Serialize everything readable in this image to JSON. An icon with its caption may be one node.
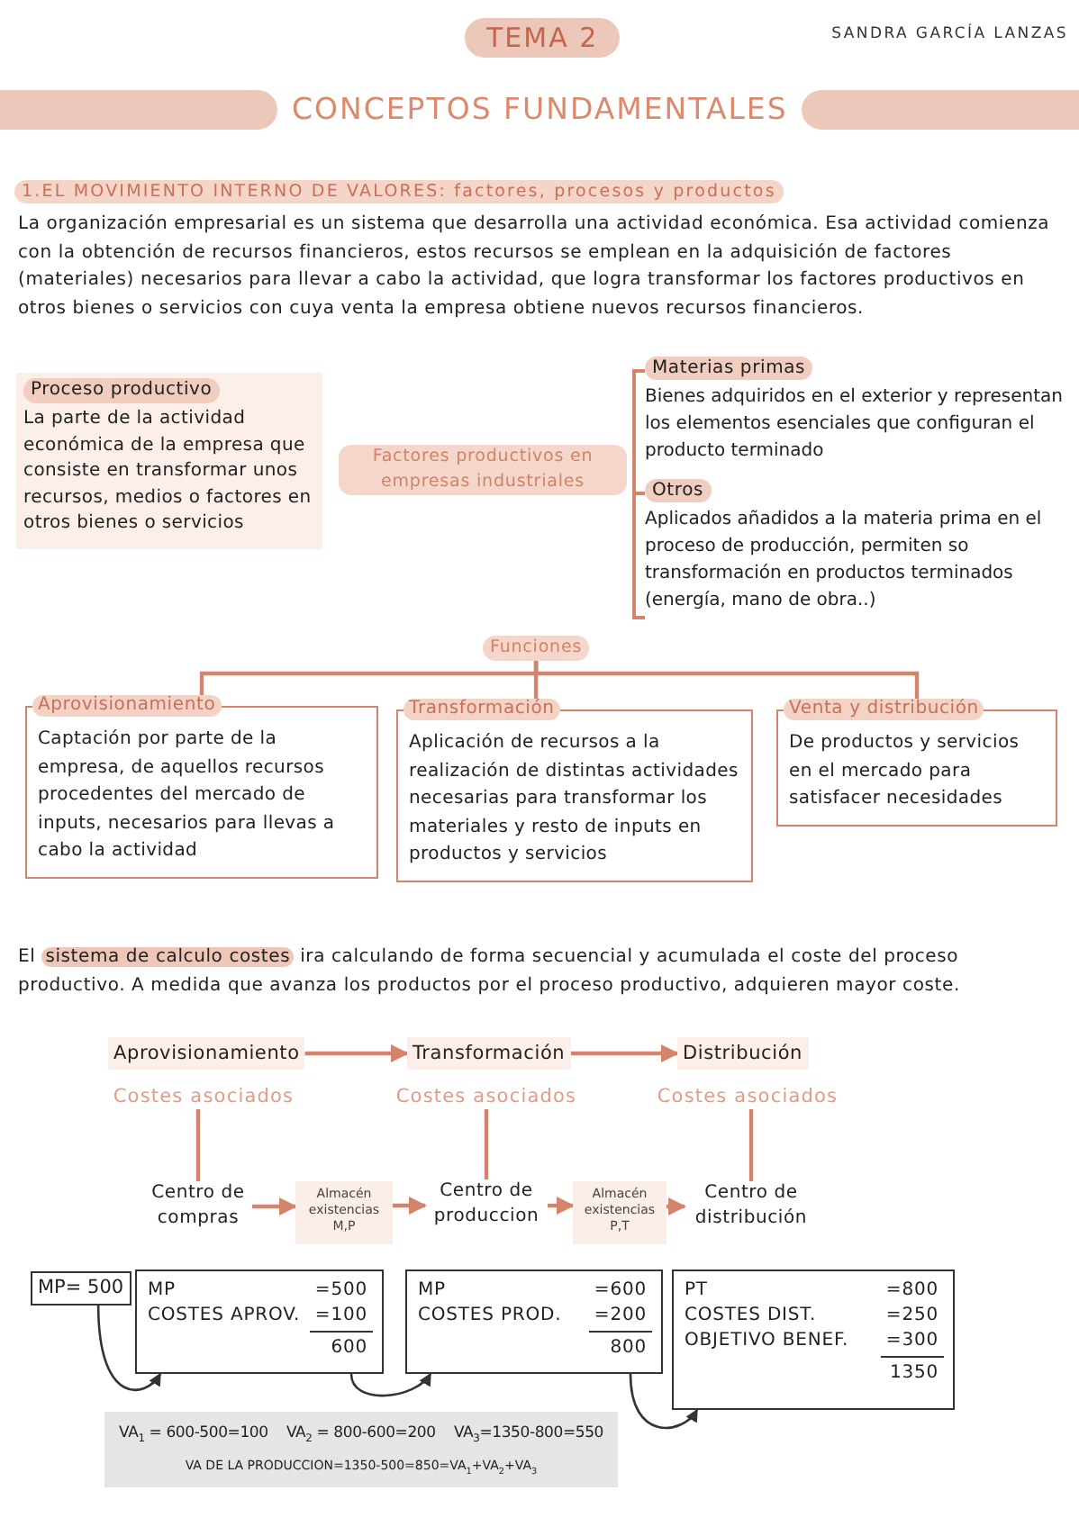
{
  "diagram": {
    "title": "CONCEPTOS FUNDAMENTALES",
    "nodes": [
      {
        "text": [
          "Proceso productivo",
          "La parte de la actividad económica de la empresa que consiste en transformar unos recursos, medios o factores en otros bienes o servicios"
        ]
      },
      {
        "text": [
          "Factores productivos en empresas industriales"
        ]
      },
      {
        "text": [
          "Materias primas",
          "Bienes adquiridos en el exterior y representan los elementos esenciales que configuran el producto terminado"
        ]
      },
      {
        "text": [
          "Otros",
          "Aplicados añadidos a la materia prima en el proceso de producción, permiten so transformación en productos terminados (energía, mano de obra..)"
        ]
      },
      {
        "text": [
          "Funciones"
        ]
      },
      {
        "text": [
          "Aprovisionamiento",
          "Captación por parte de la empresa, de aquellos recursos procedentes del mercado de inputs, necesarios para llevas a cabo la actividad"
        ]
      },
      {
        "text": [
          "Transformación",
          "Aplicación de recursos a la realización de distintas actividades necesarias para transformar los materiales y resto de inputs en productos y servicios"
        ]
      },
      {
        "text": [
          "Venta y distribución",
          "De productos y servicios en el mercado para satisfacer necesidades"
        ]
      },
      {
        "text": [
          "Aprovisionamiento"
        ]
      },
      {
        "text": [
          "Transformación"
        ]
      },
      {
        "text": [
          "Distribución"
        ]
      },
      {
        "text": [
          "Costes asociados"
        ]
      },
      {
        "text": [
          "Costes asociados"
        ]
      },
      {
        "text": [
          "Costes asociados"
        ]
      },
      {
        "text": [
          "Centro de compras"
        ]
      },
      {
        "text": [
          "Almacén existencias M,P"
        ]
      },
      {
        "text": [
          "Centro de produccion"
        ]
      },
      {
        "text": [
          "Almacén existencias P,T"
        ]
      },
      {
        "text": [
          "Centro de distribución"
        ]
      },
      {
        "text": [
          "MP= 500"
        ]
      },
      {
        "text": [
          "MP",
          "=500",
          "COSTES APROV.",
          "=100",
          "600"
        ]
      },
      {
        "text": [
          "MP",
          "=600",
          "COSTES PROD.",
          "=200",
          "800"
        ]
      },
      {
        "text": [
          "PT",
          "=800",
          "COSTES DIST.",
          "=250",
          "OBJETIVO BENEF.",
          "=300",
          "1350"
        ]
      },
      {
        "text": [
          "VA$_{1}$ = 600-500=100",
          "VA$_{2}$ = 800-600=200",
          "VA$_{3}$=1350-800=550",
          "VA DE LA PRODUCCION=1350-500=850=VA$_{1}$+VA$_{2}$+VA$_{3}$"
        ]
      }
    ],
    "edges": [
      {
        "from": 4,
        "to": 5,
        "arrow": "none"
      },
      {
        "from": 4,
        "to": 6,
        "arrow": "none"
      },
      {
        "from": 4,
        "to": 7,
        "arrow": "none"
      },
      {
        "from": 8,
        "to": 9,
        "arrow": "to"
      },
      {
        "from": 9,
        "to": 10,
        "arrow": "to"
      },
      {
        "from": 11,
        "to": 14,
        "arrow": "none"
      },
      {
        "from": 12,
        "to": 16,
        "arrow": "none"
      },
      {
        "from": 13,
        "to": 18,
        "arrow": "none"
      },
      {
        "from": 14,
        "to": 15,
        "arrow": "to"
      },
      {
        "from": 15,
        "to": 16,
        "arrow": "to"
      },
      {
        "from": 16,
        "to": 17,
        "arrow": "to"
      },
      {
        "from": 17,
        "to": 18,
        "arrow": "to"
      },
      {
        "from": 19,
        "to": 20,
        "arrow": "to",
        "color": "#333333"
      },
      {
        "from": 20,
        "to": 21,
        "arrow": "to",
        "color": "#333333"
      },
      {
        "from": 21,
        "to": 22,
        "arrow": "to",
        "color": "#333333"
      }
    ],
    "labels": [
      "TEMA 2",
      "SANDRA GARCÍA LANZAS",
      "1.EL MOVIMIENTO INTERNO DE VALORES: factores, procesos y productos",
      "La organización empresarial es un sistema que desarrolla una actividad económica. Esa actividad comienza con la obtención de recursos financieros, estos recursos se emplean en la adquisición de factores (materiales) necesarios para llevar a cabo la actividad, que logra transformar los factores productivos en otros bienes o servicios con cuya venta la empresa obtiene nuevos recursos financieros.",
      "El **sistema de calculo costes** ira calculando de forma secuencial y acumulada el coste del proceso productivo. A medida que avanza los productos por el proceso productivo, adquieren mayor coste."
    ]
  }
}
